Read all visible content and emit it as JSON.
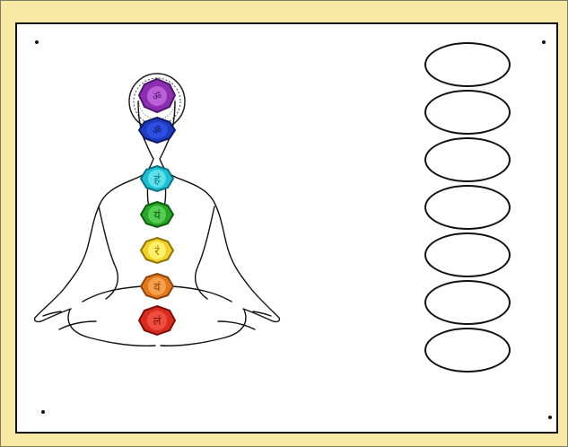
{
  "worksheet": {
    "title": "",
    "colors": {
      "frame": "#f8eaa5",
      "card": "#ffffff",
      "outline": "#111111"
    }
  },
  "figure": {
    "subject": "meditating-figure",
    "chakras": [
      {
        "name": "crown",
        "color": "#8b2fb0",
        "glyph": "ॐ"
      },
      {
        "name": "third-eye",
        "color": "#1f3bbf",
        "glyph": "ॐ"
      },
      {
        "name": "throat",
        "color": "#20bfd0",
        "glyph": "हं"
      },
      {
        "name": "heart",
        "color": "#2aa52a",
        "glyph": "यं"
      },
      {
        "name": "solar-plexus",
        "color": "#f1d12a",
        "glyph": "रं"
      },
      {
        "name": "sacral",
        "color": "#e07a1d",
        "glyph": "वं"
      },
      {
        "name": "root",
        "color": "#d72c1f",
        "glyph": "लं"
      }
    ]
  },
  "answer_boxes": {
    "count": 7,
    "labels": [
      "",
      "",
      "",
      "",
      "",
      "",
      ""
    ]
  }
}
